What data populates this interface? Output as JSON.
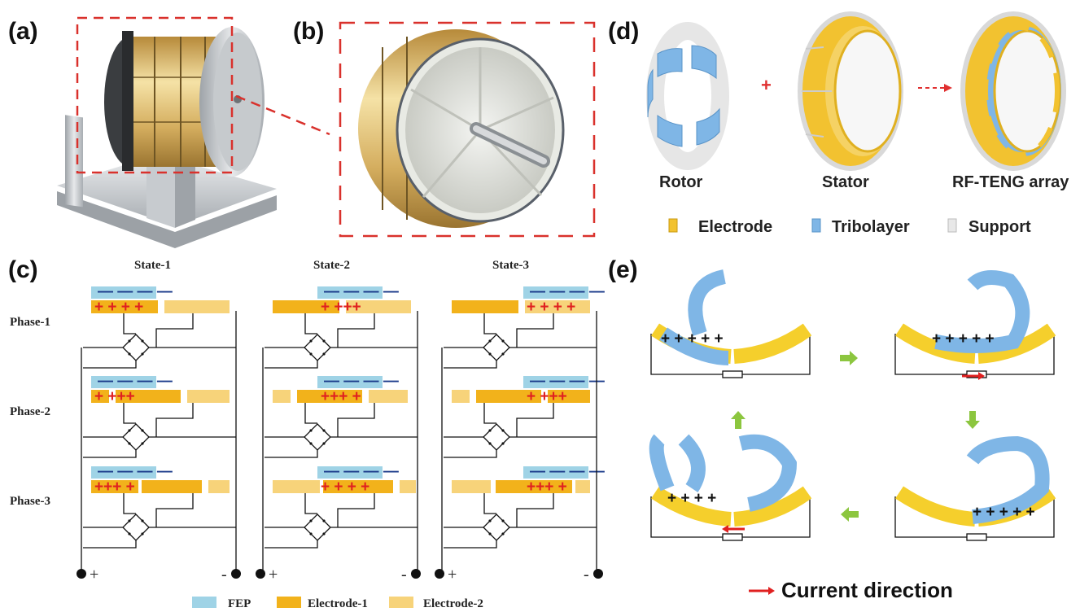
{
  "panels": {
    "a": "(a)",
    "b": "(b)",
    "c": "(c)",
    "d": "(d)",
    "e": "(e)"
  },
  "panel_d": {
    "labels": [
      "Rotor",
      "Stator",
      "RF-TENG array"
    ],
    "plus_sign": "+",
    "legend": [
      {
        "label": "Electrode",
        "color": "#f2c230"
      },
      {
        "label": "Tribolayer",
        "color": "#7fb6e6"
      },
      {
        "label": "Support",
        "color": "#e4e4e4"
      }
    ]
  },
  "panel_c": {
    "states": [
      "State-1",
      "State-2",
      "State-3"
    ],
    "phases": [
      "Phase-1",
      "Phase-2",
      "Phase-3"
    ],
    "terminal_pos": "+",
    "terminal_neg": "-",
    "legend": [
      {
        "label": "FEP",
        "color": "#9fd3e6"
      },
      {
        "label": "Electrode-1",
        "color": "#f2b21b"
      },
      {
        "label": "Electrode-2",
        "color": "#f7d37a"
      }
    ]
  },
  "panel_e": {
    "current_label": "Current direction",
    "arrow_color": "#e02020",
    "flow_arrow_color": "#8cc63f"
  }
}
